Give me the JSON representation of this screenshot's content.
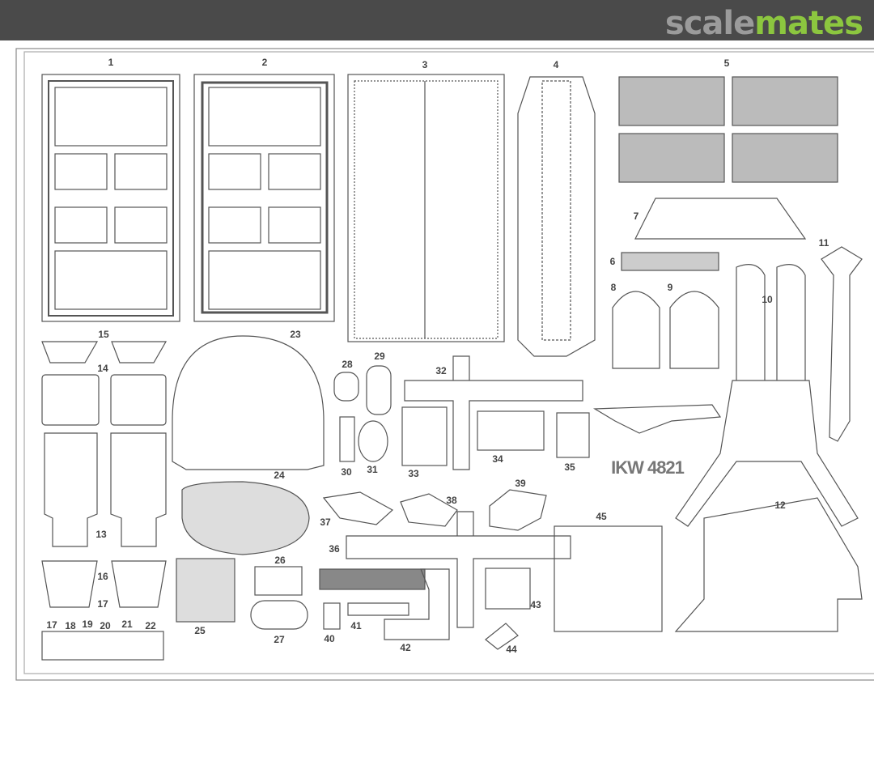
{
  "header": {
    "logo_part1": "scale",
    "logo_part2": "mates",
    "logo_colors": {
      "scale": "#9b9b9b",
      "mates": "#8cc63f"
    },
    "background": "#4a4a4a"
  },
  "fret": {
    "code": "IKW 4821",
    "part_numbers": [
      "1",
      "2",
      "3",
      "4",
      "5",
      "7",
      "6",
      "8",
      "9",
      "10",
      "11",
      "15",
      "14",
      "23",
      "28",
      "29",
      "32",
      "30",
      "31",
      "33",
      "34",
      "35",
      "24",
      "13",
      "37",
      "38",
      "39",
      "45",
      "12",
      "36",
      "26",
      "16",
      "17",
      "25",
      "27",
      "40",
      "41",
      "42",
      "43",
      "44",
      "17",
      "18",
      "19",
      "20",
      "21",
      "22"
    ]
  }
}
